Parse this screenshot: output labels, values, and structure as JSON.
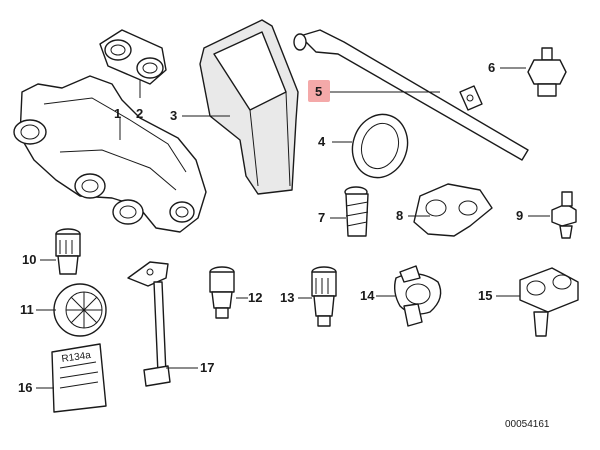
{
  "diagram": {
    "highlight_color": "#f4a9a9",
    "line_color": "#1a1a1a",
    "callouts": [
      {
        "id": "1",
        "label": "1"
      },
      {
        "id": "2",
        "label": "2"
      },
      {
        "id": "3",
        "label": "3"
      },
      {
        "id": "4",
        "label": "4"
      },
      {
        "id": "5",
        "label": "5",
        "highlighted": true
      },
      {
        "id": "6",
        "label": "6"
      },
      {
        "id": "7",
        "label": "7"
      },
      {
        "id": "8",
        "label": "8"
      },
      {
        "id": "9",
        "label": "9"
      },
      {
        "id": "10",
        "label": "10"
      },
      {
        "id": "11",
        "label": "11"
      },
      {
        "id": "12",
        "label": "12"
      },
      {
        "id": "13",
        "label": "13"
      },
      {
        "id": "14",
        "label": "14"
      },
      {
        "id": "15",
        "label": "15"
      },
      {
        "id": "16",
        "label": "16"
      },
      {
        "id": "17",
        "label": "17"
      }
    ],
    "card_text": "R134a",
    "drawing_number": "00054161"
  }
}
